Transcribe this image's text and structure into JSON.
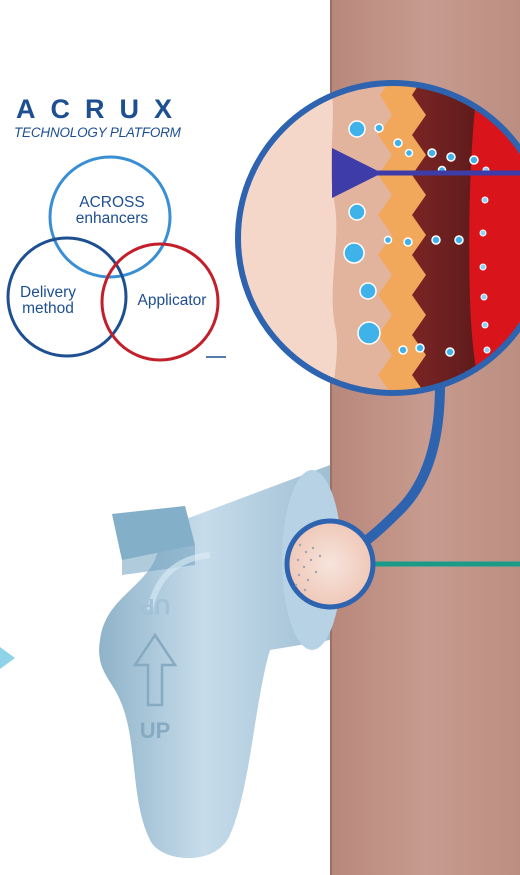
{
  "brand": {
    "name": "ACRUX",
    "platform": "TECHNOLOGY PLATFORM"
  },
  "venn": {
    "circles": [
      {
        "line1": "ACROSS",
        "line2": "enhancers",
        "color": "#3a8fd4"
      },
      {
        "line1": "Delivery",
        "line2": "method",
        "color": "#1d4f91"
      },
      {
        "line1": "Applicator",
        "line2": "",
        "color": "#c21f2a"
      }
    ]
  },
  "device": {
    "embossed_top": "UP",
    "embossed_bottom": "UP"
  },
  "colors": {
    "skin": "#c5968a",
    "blood_vessel": "#d9141b",
    "dermis_dark": "#5b1a1a",
    "epidermis": "#f2a85a",
    "droplet": "#3fb2ea",
    "arrow_blue": "#3d3ca8",
    "arrow_teal": "#1a9b8a",
    "device": "#a9c9dd"
  }
}
